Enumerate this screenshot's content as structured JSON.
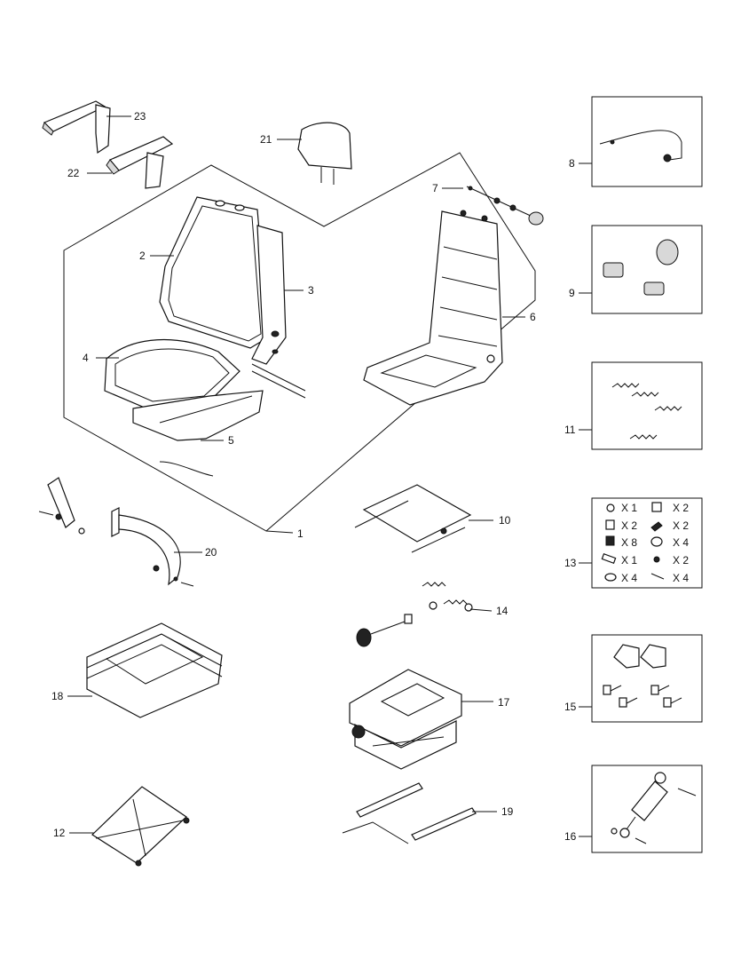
{
  "callouts": {
    "c1": "1",
    "c2": "2",
    "c3": "3",
    "c4": "4",
    "c5": "5",
    "c6": "6",
    "c7": "7",
    "c8": "8",
    "c9": "9",
    "c10": "10",
    "c11": "11",
    "c12": "12",
    "c13": "13",
    "c14": "14",
    "c15": "15",
    "c16": "16",
    "c17": "17",
    "c18": "18",
    "c19": "19",
    "c20": "20",
    "c21": "21",
    "c22": "22",
    "c23": "23"
  },
  "hardware_kit": {
    "left_column": [
      "X 1",
      "X 2",
      "X 8",
      "X 1",
      "X 4"
    ],
    "right_column": [
      "X 2",
      "X 2",
      "X 4",
      "X 2",
      "X 4"
    ]
  }
}
